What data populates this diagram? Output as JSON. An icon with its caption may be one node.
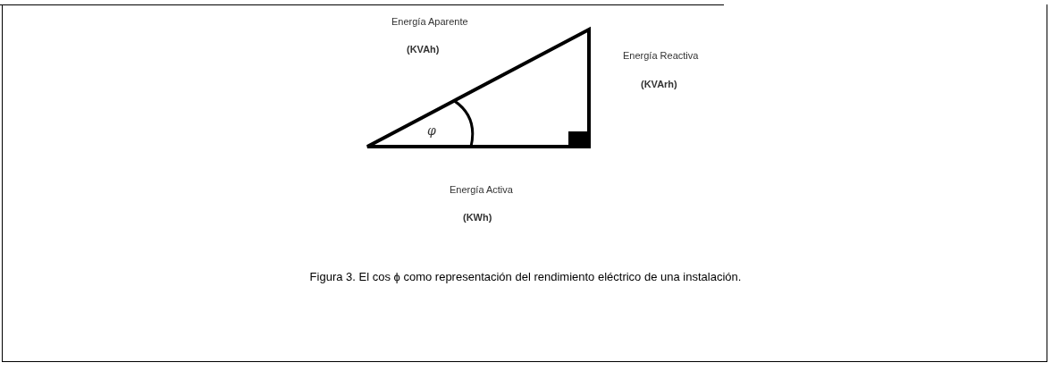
{
  "diagram": {
    "caption": "Figura 3. El cos ϕ como representación del rendimiento eléctrico de una instalación.",
    "labels": [
      "Energía Aparente",
      "(KVAh)",
      "Energía Reactiva",
      "(KVArh)",
      "φ",
      "Energía Activa",
      "(KWh)"
    ]
  }
}
